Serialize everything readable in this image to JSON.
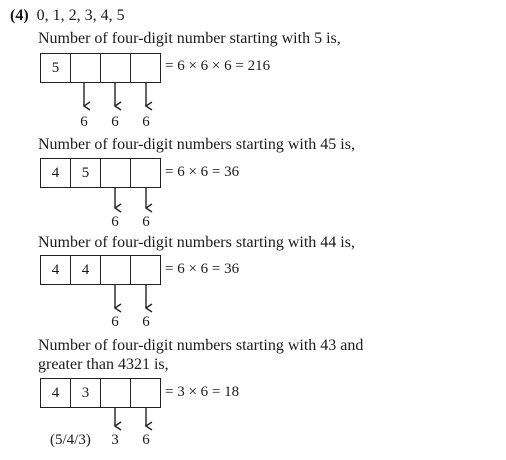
{
  "heading": {
    "number": "(4)",
    "digits": "0, 1, 2, 3, 4, 5"
  },
  "sections": [
    {
      "line1": "Number of four-digit number starting with 5 is,",
      "line2": "",
      "boxes": [
        "5",
        "",
        "",
        ""
      ],
      "equation": "= 6 × 6 × 6 = 216",
      "choices_prefix": "",
      "choices": [
        "6",
        "6",
        "6"
      ]
    },
    {
      "line1": "Number of four-digit numbers starting with 45 is,",
      "line2": "",
      "boxes": [
        "4",
        "5",
        "",
        ""
      ],
      "equation": "= 6 × 6 = 36",
      "choices_prefix": "",
      "choices": [
        "6",
        "6"
      ]
    },
    {
      "line1": "Number of four-digit numbers starting with 44 is,",
      "line2": "",
      "boxes": [
        "4",
        "4",
        "",
        ""
      ],
      "equation": "= 6 × 6 = 36",
      "choices_prefix": "",
      "choices": [
        "6",
        "6"
      ]
    },
    {
      "line1": "Number of four-digit numbers starting with 43 and",
      "line2": "greater than 4321 is,",
      "boxes": [
        "4",
        "3",
        "",
        ""
      ],
      "equation": "= 3 × 6 = 18",
      "choices_prefix": "(5/4/3)",
      "choices": [
        "3",
        "6"
      ]
    }
  ]
}
